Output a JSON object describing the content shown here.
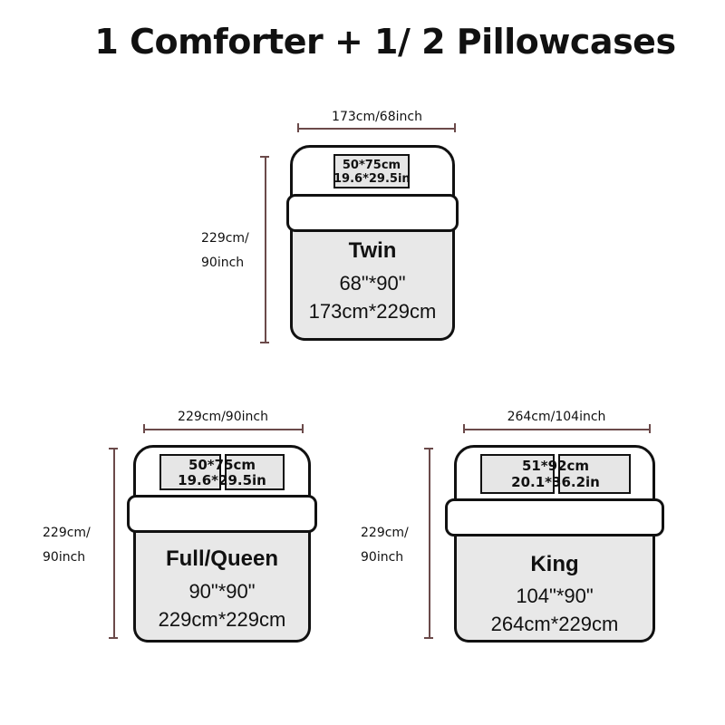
{
  "title": "1 Comforter + 1/ 2 Pillowcases",
  "twin": {
    "width_label": "173cm/68inch",
    "height_label_line1": "229cm/",
    "height_label_line2": "90inch",
    "pillow_line1": "50*75cm",
    "pillow_line2": "19.6*29.5in",
    "name": "Twin",
    "size_in": "68\"*90\"",
    "size_cm": "173cm*229cm"
  },
  "full_queen": {
    "width_label": "229cm/90inch",
    "height_label_line1": "229cm/",
    "height_label_line2": "90inch",
    "pillow_line1": "50*75cm",
    "pillow_line2": "19.6*29.5in",
    "name": "Full/Queen",
    "size_in": "90\"*90\"",
    "size_cm": "229cm*229cm"
  },
  "king": {
    "width_label": "264cm/104inch",
    "height_label_line1": "229cm/",
    "height_label_line2": "90inch",
    "pillow_line1": "51*92cm",
    "pillow_line2": "20.1*36.2in",
    "name": "King",
    "size_in": "104\"*90\"",
    "size_cm": "264cm*229cm"
  }
}
